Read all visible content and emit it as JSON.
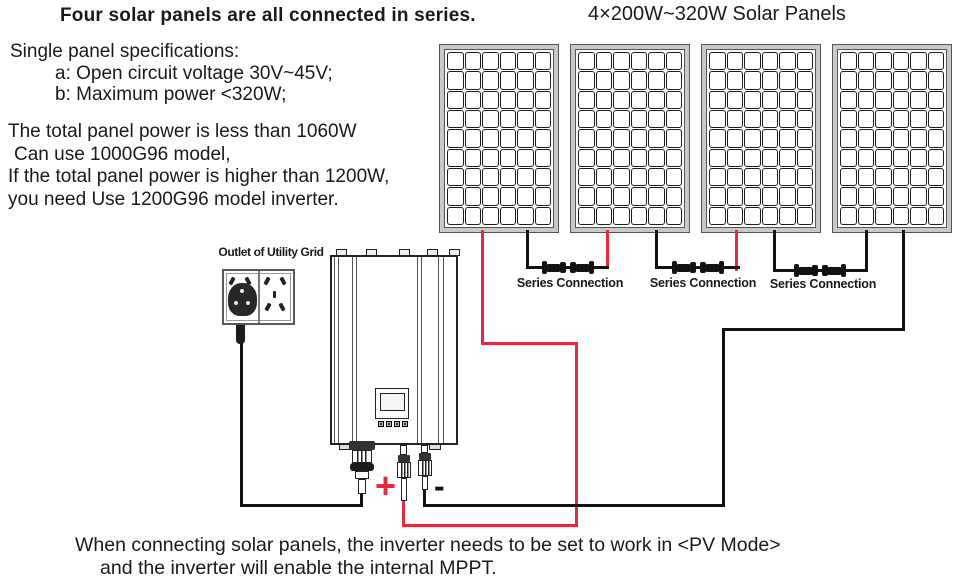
{
  "headings": {
    "left_title": "Four solar panels are all connected in series.",
    "right_title": "4×200W~320W Solar Panels"
  },
  "spec": {
    "intro": "Single panel specifications:",
    "items": [
      "a: Open circuit voltage 30V~45V;",
      "b: Maximum power <320W;"
    ]
  },
  "power_note": {
    "lines": [
      "The total panel power is less than 1060W",
      "Can use 1000G96 model,",
      "If the total panel power is higher than 1200W,",
      "you need Use 1200G96 model inverter."
    ]
  },
  "outlet": {
    "label": "Outlet of Utility Grid"
  },
  "series_connections": [
    {
      "label": "Series Connection"
    },
    {
      "label": "Series Connection"
    },
    {
      "label": "Series Connection"
    }
  ],
  "terminals": {
    "positive": "+",
    "negative": "-"
  },
  "footer": {
    "lines": [
      "When connecting solar panels, the inverter needs to be set to work in <PV Mode>",
      "and the inverter will enable the internal MPPT."
    ]
  },
  "panels": {
    "count": 4,
    "columns": 6,
    "rows": 9
  },
  "colors": {
    "wire_red": "#e02c3e",
    "wire_black": "#111111",
    "panel_frame": "#c9c9c9",
    "text": "#1a1a1a"
  }
}
